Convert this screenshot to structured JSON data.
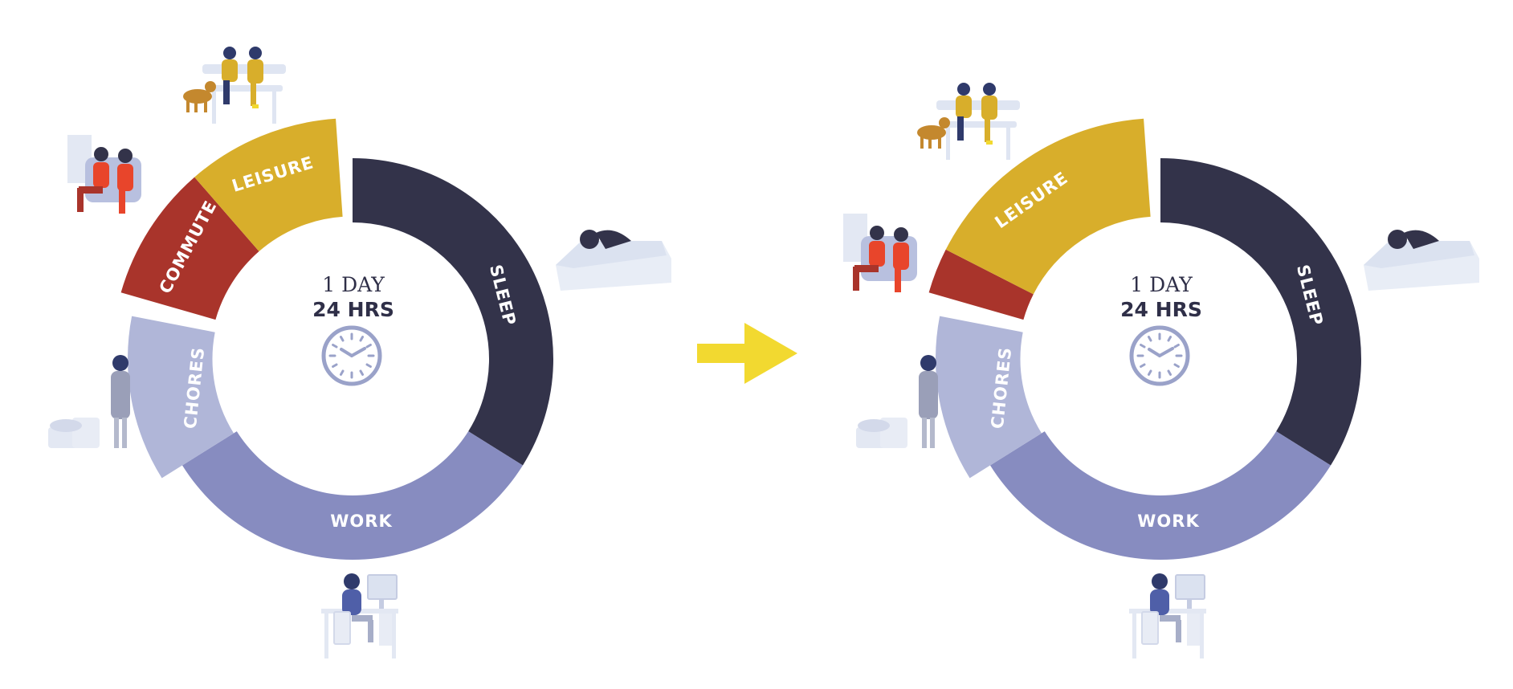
{
  "diagrams": [
    {
      "center_line1": "1 DAY",
      "center_line2": "24 HRS",
      "segments": [
        {
          "key": "sleep",
          "label": "SLEEP",
          "color": "#33334a"
        },
        {
          "key": "work",
          "label": "WORK",
          "color": "#878cc0"
        },
        {
          "key": "chores",
          "label": "CHORES",
          "color": "#b0b6d8"
        },
        {
          "key": "commute",
          "label": "COMMUTE",
          "color": "#a9342b"
        },
        {
          "key": "leisure",
          "label": "LEISURE",
          "color": "#d8ae2b"
        }
      ]
    },
    {
      "center_line1": "1 DAY",
      "center_line2": "24 HRS",
      "segments": [
        {
          "key": "sleep",
          "label": "SLEEP",
          "color": "#33334a"
        },
        {
          "key": "work",
          "label": "WORK",
          "color": "#878cc0"
        },
        {
          "key": "chores",
          "label": "CHORES",
          "color": "#b0b6d8"
        },
        {
          "key": "commute",
          "label": "",
          "color": "#a9342b"
        },
        {
          "key": "leisure",
          "label": "LEISURE",
          "color": "#d8ae2b"
        }
      ]
    }
  ],
  "arrow_color": "#f2d930",
  "icons": [
    "park-bench-couple-icon",
    "train-commuters-icon",
    "sleeping-in-bed-icon",
    "laundry-chores-icon",
    "computer-desk-worker-icon",
    "clock-icon"
  ]
}
